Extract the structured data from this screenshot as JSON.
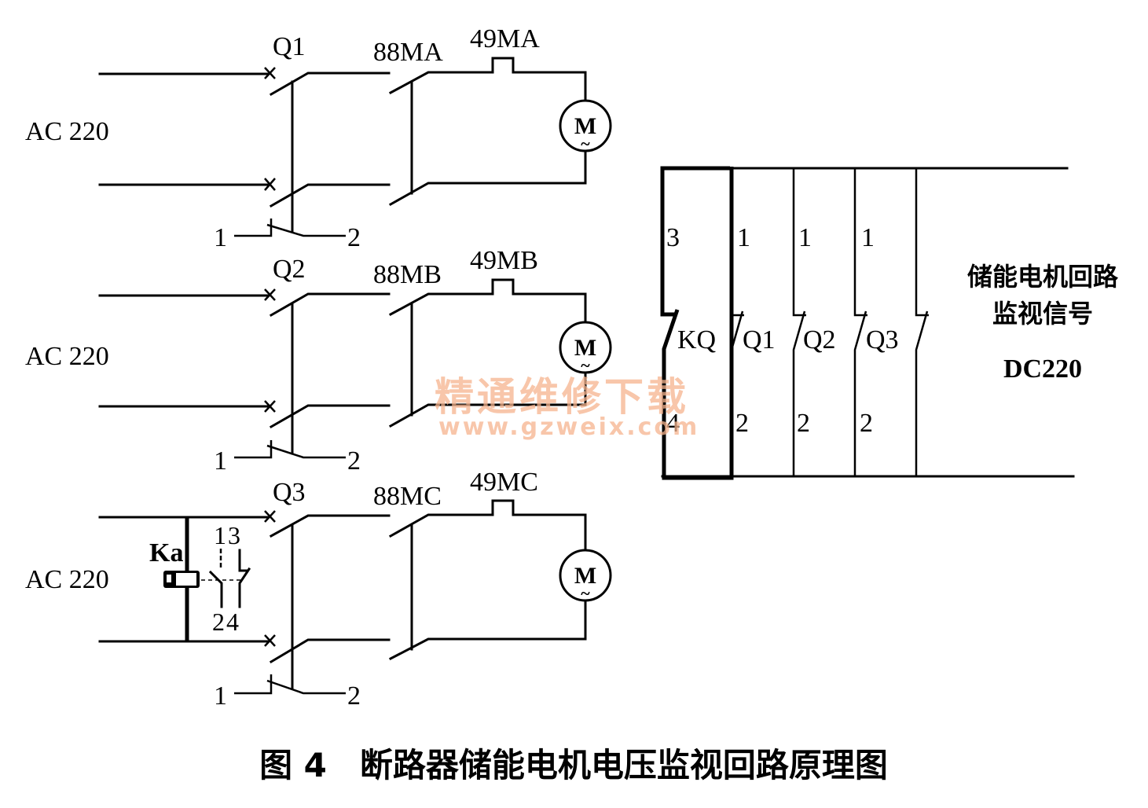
{
  "figure": {
    "caption": "图 4　断路器储能电机电压监视回路原理图",
    "watermark": {
      "text": "精通维修下载",
      "url": "www.gzweix.com",
      "color": "#f6b48e"
    }
  },
  "left_circuits": [
    {
      "supply_label": "AC 220",
      "breaker_label": "Q1",
      "contactor_label": "88MA",
      "thermal_label": "49MA",
      "motor_symbol": "M",
      "motor_tilde": "~",
      "aux_terminal_left": "1",
      "aux_terminal_right": "2"
    },
    {
      "supply_label": "AC 220",
      "breaker_label": "Q2",
      "contactor_label": "88MB",
      "thermal_label": "49MB",
      "motor_symbol": "M",
      "motor_tilde": "~",
      "aux_terminal_left": "1",
      "aux_terminal_right": "2"
    },
    {
      "supply_label": "AC 220",
      "breaker_label": "Q3",
      "contactor_label": "88MC",
      "thermal_label": "49MC",
      "motor_symbol": "M",
      "motor_tilde": "~",
      "aux_terminal_left": "1",
      "aux_terminal_right": "2",
      "relay": {
        "label": "Ka",
        "terminals_top": "13",
        "terminals_bottom": "24"
      }
    }
  ],
  "monitor_circuit": {
    "contacts": [
      {
        "label": "KQ",
        "top_terminal": "3",
        "bottom_terminal": "4"
      },
      {
        "label": "Q1",
        "top_terminal": "1",
        "bottom_terminal": "2"
      },
      {
        "label": "Q2",
        "top_terminal": "1",
        "bottom_terminal": "2"
      },
      {
        "label": "Q3",
        "top_terminal": "1",
        "bottom_terminal": "2"
      },
      {
        "label": "",
        "top_terminal": "",
        "bottom_terminal": ""
      }
    ],
    "signal_label_line1": "储能电机回路",
    "signal_label_line2": "监视信号",
    "supply_label": "DC220"
  }
}
